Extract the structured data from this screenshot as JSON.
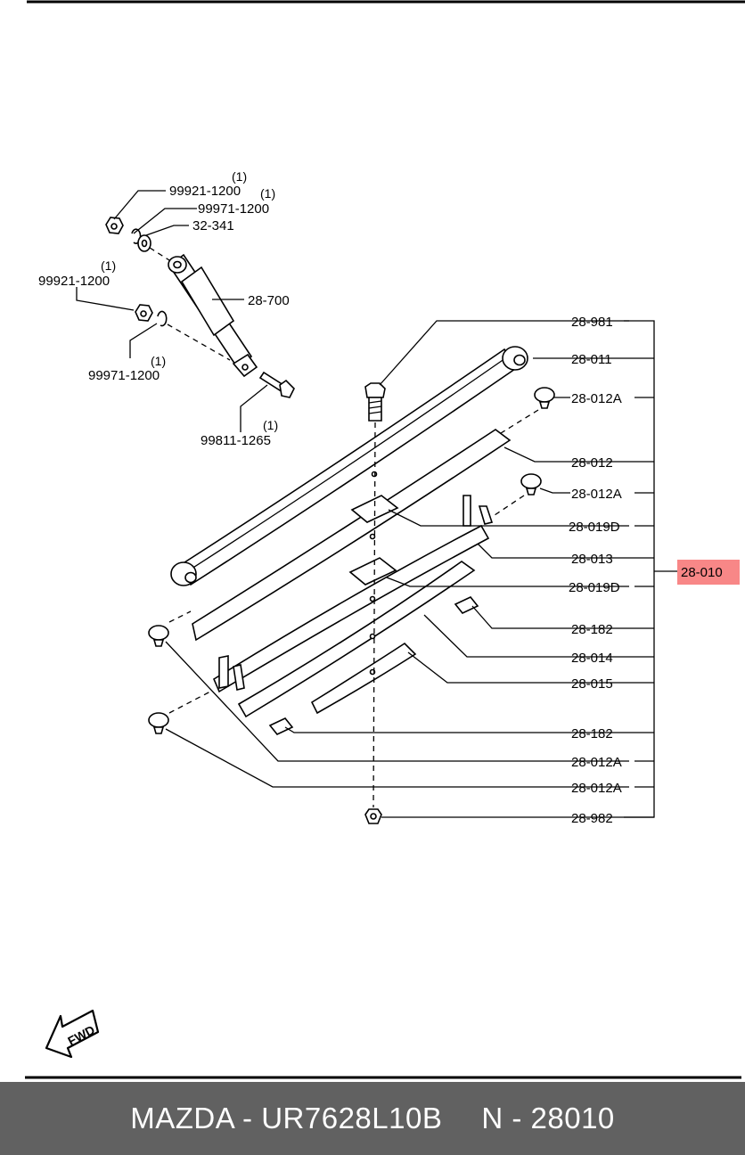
{
  "callouts": {
    "nut_top": "99921-1200",
    "nut_top_qty": "(1)",
    "washer_top": "99971-1200",
    "washer_top_qty": "(1)",
    "bushing_top": "32-341",
    "nut_left": "99921-1200",
    "nut_left_qty": "(1)",
    "washer_left": "99971-1200",
    "washer_left_qty": "(1)",
    "bolt_lower": "99811-1265",
    "bolt_lower_qty": "(1)",
    "shock_absorber": "28-700",
    "u_bolt": "28-981",
    "main_leaf": "28-011",
    "bump_cap_1": "28-012A",
    "leaf_2": "28-012",
    "bump_cap_2": "28-012A",
    "pad_1": "28-019D",
    "leaf_3": "28-013",
    "assembly": "28-010",
    "pad_2": "28-019D",
    "liner_1": "28-182",
    "leaf_4": "28-014",
    "leaf_5": "28-015",
    "liner_2": "28-182",
    "bump_cap_3": "28-012A",
    "bump_cap_4": "28-012A",
    "center_nut": "28-982"
  },
  "fwd_label": "FWD",
  "colors": {
    "highlight": "#f88787",
    "footer_bg": "#616161",
    "footer_text": "#ffffff"
  },
  "footer": {
    "brand_part": "MAZDA - UR7628L10B",
    "code": "N - 28010"
  }
}
